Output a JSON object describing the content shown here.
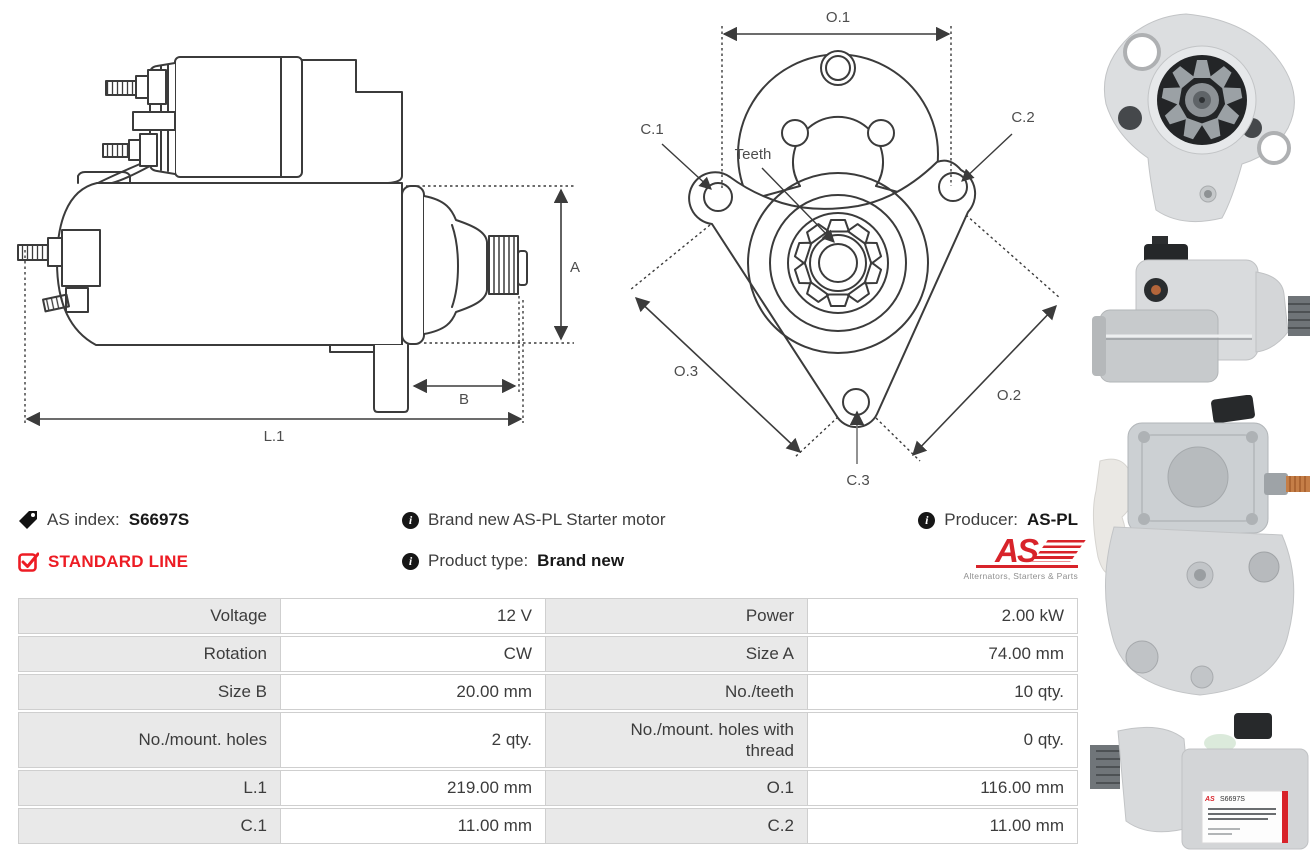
{
  "colors": {
    "accent_red": "#ed1c24",
    "logo_red": "#d8232a",
    "table_label_bg": "#e9e9e9",
    "table_border": "#cfcfcf",
    "text": "#3c3c3c",
    "drawing_line": "#3b3b3b"
  },
  "header_info": {
    "as_index_label": "AS index:",
    "as_index_value": "S6697S",
    "standard_line_label": "STANDARD LINE",
    "description": "Brand new AS-PL Starter motor",
    "product_type_label": "Product type:",
    "product_type_value": "Brand new",
    "producer_label": "Producer:",
    "producer_value": "AS-PL",
    "logo_text": "AS",
    "logo_subtitle": "Alternators, Starters & Parts"
  },
  "diagrams": {
    "side_view": {
      "labels": {
        "A": "A",
        "B": "B",
        "L1": "L.1"
      }
    },
    "front_view": {
      "labels": {
        "O1": "O.1",
        "O2": "O.2",
        "O3": "O.3",
        "C1": "C.1",
        "C2": "C.2",
        "C3": "C.3",
        "Teeth": "Teeth"
      }
    }
  },
  "photo_label_code": "S6697S",
  "spec_table": {
    "rows": [
      {
        "cells": [
          "Voltage",
          "12 V",
          "Power",
          "2.00 kW"
        ]
      },
      {
        "cells": [
          "Rotation",
          "CW",
          "Size A",
          "74.00 mm"
        ]
      },
      {
        "cells": [
          "Size B",
          "20.00 mm",
          "No./teeth",
          "10 qty."
        ]
      },
      {
        "cells": [
          "No./mount. holes",
          "2 qty.",
          "No./mount. holes with thread",
          "0 qty."
        ]
      },
      {
        "cells": [
          "L.1",
          "219.00 mm",
          "O.1",
          "116.00 mm"
        ]
      },
      {
        "cells": [
          "C.1",
          "11.00 mm",
          "C.2",
          "11.00 mm"
        ]
      }
    ]
  }
}
